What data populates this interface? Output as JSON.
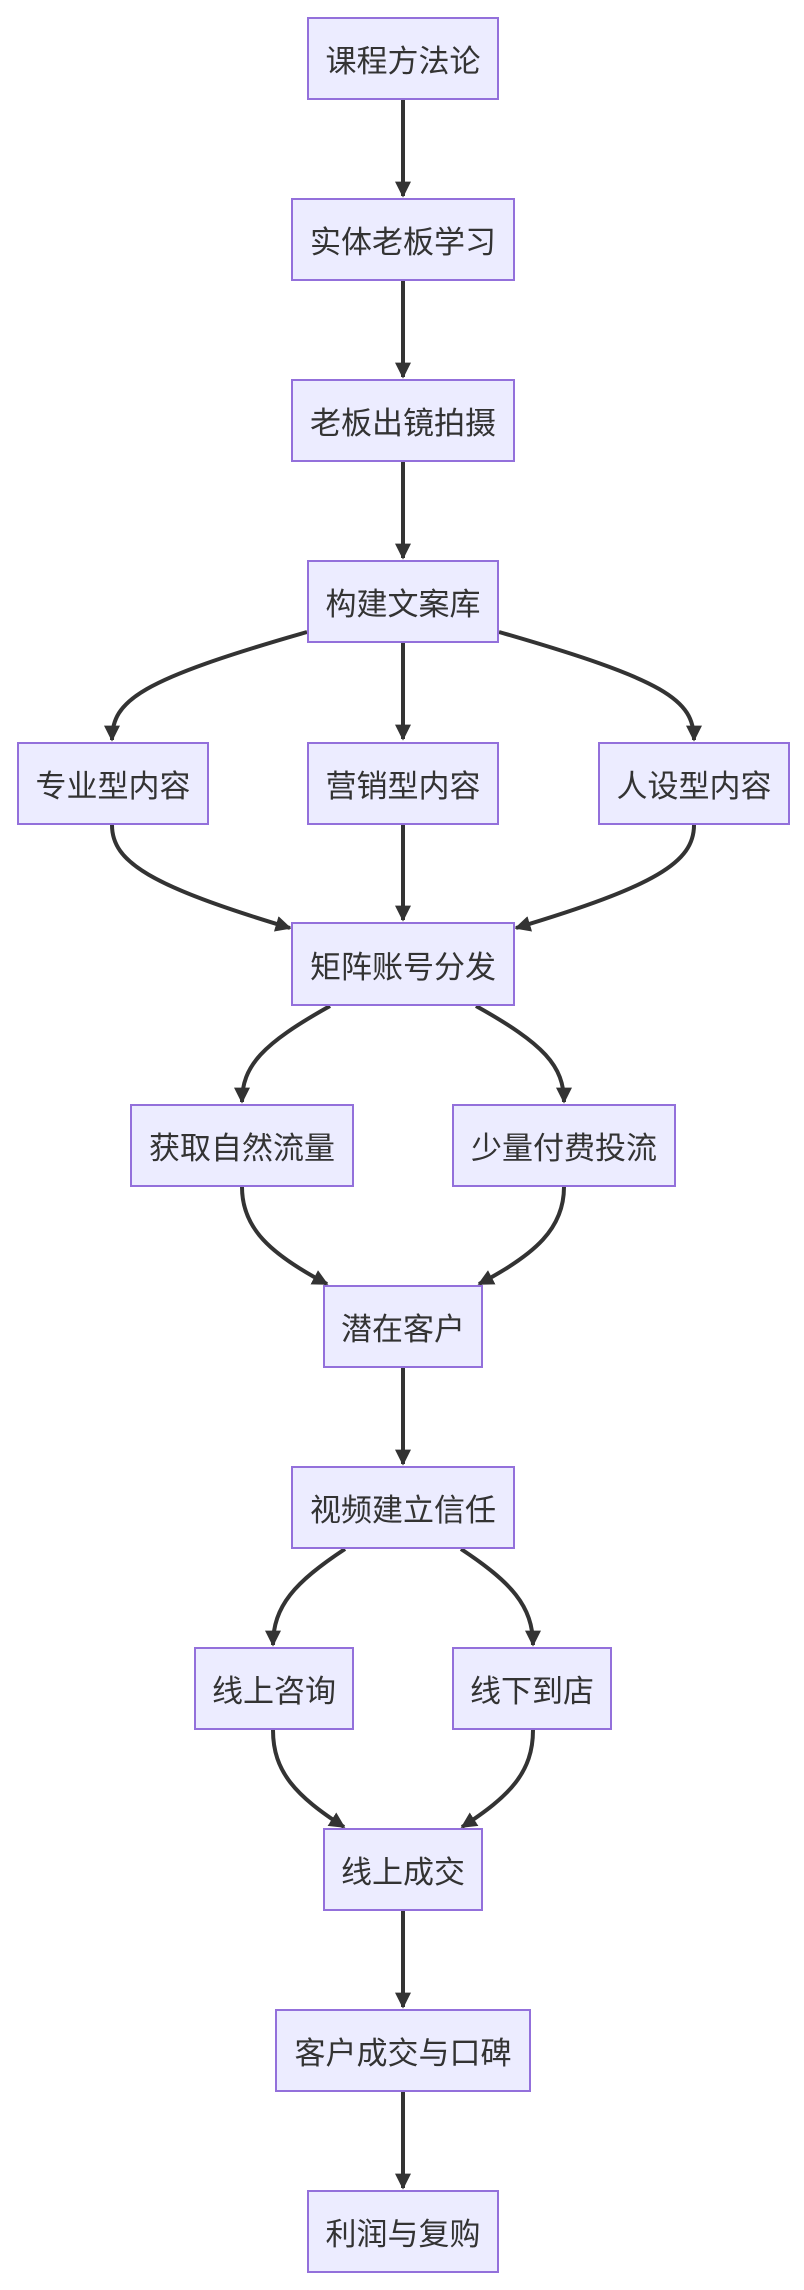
{
  "diagram": {
    "nodes": [
      {
        "id": "n1",
        "label": "课程方法论"
      },
      {
        "id": "n2",
        "label": "实体老板学习"
      },
      {
        "id": "n3",
        "label": "老板出镜拍摄"
      },
      {
        "id": "n4",
        "label": "构建文案库"
      },
      {
        "id": "n5",
        "label": "专业型内容"
      },
      {
        "id": "n6",
        "label": "营销型内容"
      },
      {
        "id": "n7",
        "label": "人设型内容"
      },
      {
        "id": "n8",
        "label": "矩阵账号分发"
      },
      {
        "id": "n9",
        "label": "获取自然流量"
      },
      {
        "id": "n10",
        "label": "少量付费投流"
      },
      {
        "id": "n11",
        "label": "潜在客户"
      },
      {
        "id": "n12",
        "label": "视频建立信任"
      },
      {
        "id": "n13",
        "label": "线上咨询"
      },
      {
        "id": "n14",
        "label": "线下到店"
      },
      {
        "id": "n15",
        "label": "线上成交"
      },
      {
        "id": "n16",
        "label": "客户成交与口碑"
      },
      {
        "id": "n17",
        "label": "利润与复购"
      }
    ],
    "edges": [
      {
        "from": "n1",
        "to": "n2"
      },
      {
        "from": "n2",
        "to": "n3"
      },
      {
        "from": "n3",
        "to": "n4"
      },
      {
        "from": "n4",
        "to": "n5"
      },
      {
        "from": "n4",
        "to": "n6"
      },
      {
        "from": "n4",
        "to": "n7"
      },
      {
        "from": "n5",
        "to": "n8"
      },
      {
        "from": "n6",
        "to": "n8"
      },
      {
        "from": "n7",
        "to": "n8"
      },
      {
        "from": "n8",
        "to": "n9"
      },
      {
        "from": "n8",
        "to": "n10"
      },
      {
        "from": "n9",
        "to": "n11"
      },
      {
        "from": "n10",
        "to": "n11"
      },
      {
        "from": "n11",
        "to": "n12"
      },
      {
        "from": "n12",
        "to": "n13"
      },
      {
        "from": "n12",
        "to": "n14"
      },
      {
        "from": "n13",
        "to": "n15"
      },
      {
        "from": "n14",
        "to": "n15"
      },
      {
        "from": "n15",
        "to": "n16"
      },
      {
        "from": "n16",
        "to": "n17"
      }
    ],
    "colors": {
      "node_fill": "#ececff",
      "node_border": "#9370db",
      "edge": "#333333",
      "text": "#333333"
    }
  }
}
